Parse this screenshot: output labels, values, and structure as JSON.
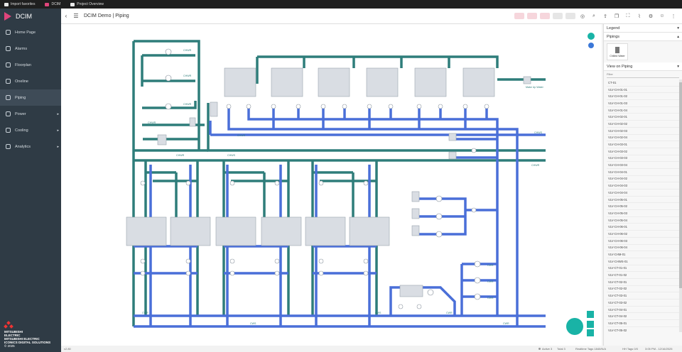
{
  "bookmarks": [
    "Import favorites",
    "DCIM",
    "Project Overview"
  ],
  "app": {
    "name": "DCIM",
    "version": "v2.80",
    "company": [
      "MITSUBISHI",
      "ELECTRIC",
      "MITSUBISHI ELECTRIC",
      "ICONICS DIGITAL SOLUTIONS"
    ],
    "copyright": "© 2025"
  },
  "nav": [
    {
      "label": "Home Page",
      "icon": "home-icon"
    },
    {
      "label": "Alarms",
      "icon": "alarm-icon"
    },
    {
      "label": "Floorplan",
      "icon": "floorplan-icon"
    },
    {
      "label": "Oneline",
      "icon": "oneline-icon"
    },
    {
      "label": "Piping",
      "icon": "piping-icon"
    },
    {
      "label": "Power",
      "icon": "power-icon"
    },
    {
      "label": "Cooling",
      "icon": "cooling-icon"
    },
    {
      "label": "Analytics",
      "icon": "analytics-icon"
    }
  ],
  "header": {
    "title": "DCIM Demo | Piping"
  },
  "diagram": {
    "makeup_label": "Make Up Water",
    "labels": [
      "CHWR",
      "CHWS",
      "CWR",
      "CWS"
    ]
  },
  "panel": {
    "legend": "Legend",
    "pipings": "Pipings",
    "chilled_water": "Chilled Water",
    "view_on": "View on Piping",
    "filter": "Filter",
    "items": [
      "CT-01",
      "VLV-CH-01-01",
      "VLV-CH-01-02",
      "VLV-CH-01-03",
      "VLV-CH-01-04",
      "VLV-CH-02-01",
      "VLV-CH-02-02",
      "VLV-CH-02-03",
      "VLV-CH-02-04",
      "VLV-CH-03-01",
      "VLV-CH-03-02",
      "VLV-CH-03-03",
      "VLV-CH-03-04",
      "VLV-CH-04-01",
      "VLV-CH-04-02",
      "VLV-CH-04-03",
      "VLV-CH-04-04",
      "VLV-CH-05-01",
      "VLV-CH-05-02",
      "VLV-CH-05-03",
      "VLV-CH-05-04",
      "VLV-CH-06-01",
      "VLV-CH-06-02",
      "VLV-CH-06-03",
      "VLV-CH-06-04",
      "VLV-CHM-01",
      "VLV-CHWS-01",
      "VLV-CT-01-01",
      "VLV-CT-01-02",
      "VLV-CT-02-01",
      "VLV-CT-02-02",
      "VLV-CT-03-01",
      "VLV-CT-03-02",
      "VLV-CT-04-01",
      "VLV-CT-04-02",
      "VLV-CT-05-01",
      "VLV-CT-05-02"
    ]
  },
  "status": {
    "active": "Active 3",
    "total": "Total 3",
    "realtime": "Realtime Tags 1840/N/A",
    "hh": "HH Tags 0/0",
    "time": "3:05 PM - 12/16/2025"
  },
  "colors": {
    "teal": "#2e7d7a",
    "blue": "#4a6fd8",
    "sidebar": "#2f3b45"
  }
}
